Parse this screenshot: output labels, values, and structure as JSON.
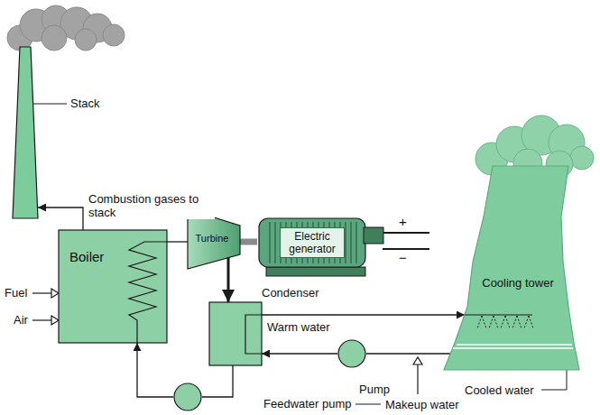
{
  "diagram": {
    "nodes": [
      {
        "text": [
          "Stack"
        ]
      },
      {
        "text": [
          "Boiler"
        ]
      },
      {
        "text": [
          "Turbine"
        ]
      },
      {
        "text": [
          "Electric generator"
        ]
      },
      {
        "text": [
          "Condenser"
        ]
      },
      {
        "text": [
          "Pump"
        ]
      },
      {
        "text": [
          "Feedwater pump"
        ]
      },
      {
        "text": [
          "Cooling tower"
        ]
      }
    ],
    "edges": [
      {
        "from": 1,
        "to": 0,
        "arrow": "to",
        "label": "Combustion gases to stack"
      },
      {
        "from": 1,
        "to": 2,
        "arrow": "none"
      },
      {
        "from": 2,
        "to": 3,
        "arrow": "none"
      },
      {
        "from": 2,
        "to": 4,
        "arrow": "to"
      },
      {
        "from": 4,
        "to": 7,
        "arrow": "to",
        "label": "Warm water"
      },
      {
        "from": 7,
        "to": 5,
        "arrow": "none"
      },
      {
        "from": 5,
        "to": 4,
        "arrow": "to"
      },
      {
        "from": 4,
        "to": 6,
        "arrow": "none"
      },
      {
        "from": 6,
        "to": 1,
        "arrow": "to"
      }
    ],
    "labels": [
      "Fuel",
      "Air",
      "+",
      "−",
      "Makeup water",
      "Cooled water"
    ]
  }
}
